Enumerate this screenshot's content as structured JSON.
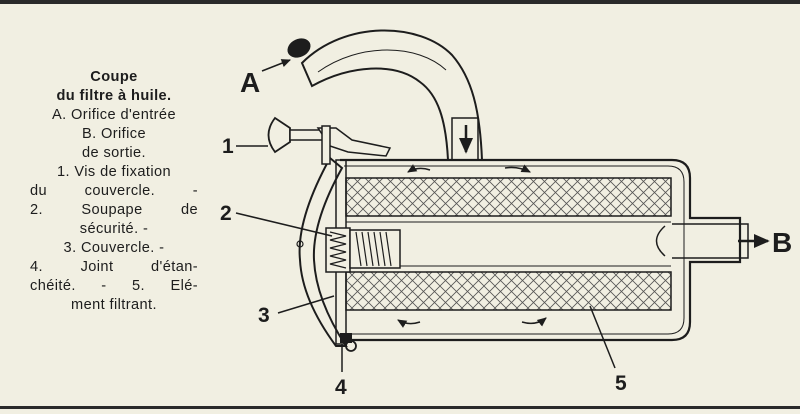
{
  "caption": {
    "title_line1": "Coupe",
    "title_line2": "du filtre à huile.",
    "lines": [
      "A. Orifice d'entrée",
      "B. Orifice",
      "de sortie.",
      "1. Vis de fixation",
      "du couvercle. -",
      "2. Soupape de",
      "sécurité. -",
      "3. Couvercle. -",
      "4. Joint d'étan-",
      "chéité. - 5. Elé-",
      "ment filtrant."
    ]
  },
  "labels": {
    "inlet": "A",
    "outlet": "B",
    "part1": "1",
    "part2": "2",
    "part3": "3",
    "part4": "4",
    "part5": "5"
  },
  "colors": {
    "background": "#f1efe2",
    "ink": "#1d1d1d"
  }
}
